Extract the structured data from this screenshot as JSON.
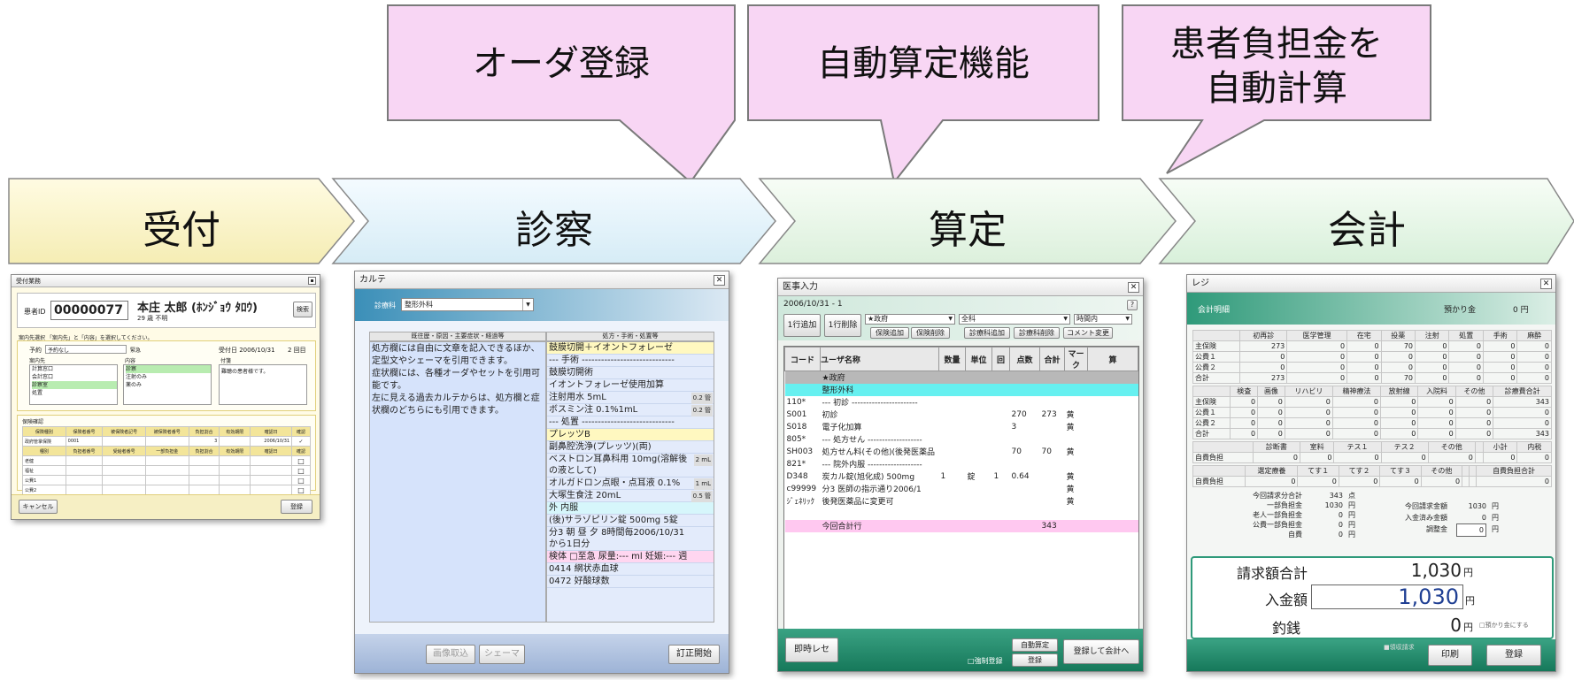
{
  "callouts": [
    {
      "text": "オーダ登録"
    },
    {
      "text": "自動算定機能"
    },
    {
      "text": "患者負担金を",
      "text2": "自動計算"
    }
  ],
  "steps": [
    {
      "label": "受付",
      "color": "#fcf7c7"
    },
    {
      "label": "診察",
      "color": "#e3f3fb"
    },
    {
      "label": "算定",
      "color": "#eaf6ea"
    },
    {
      "label": "会計",
      "color": "#e8f7ea"
    }
  ],
  "reception": {
    "title": "受付業務",
    "patient_id_label": "患者ID",
    "patient_id": "00000077",
    "patient_name": "本庄 太郎 (ﾎﾝｼﾞｮｳ ﾀﾛｳ)",
    "patient_sub": "29 歳 不明",
    "search_button": "検索",
    "guide": "案内先選択 「案内先」と「内容」を選択してください。",
    "appt_label": "予約",
    "appt_value": "予約なし",
    "urgent_label": "緊急",
    "accept_date": "受付日 2006/10/31",
    "count": "2 回目",
    "dest_label": "案内先",
    "content_label": "内容",
    "note_label": "付箋",
    "destinations": [
      "計算窓口",
      "会計窓口",
      "診察室",
      "処置"
    ],
    "contents": [
      "診察",
      "注射のみ",
      "薬のみ"
    ],
    "note_text": "難聴の患者様です。",
    "insurance_title": "保険確認",
    "ins_headers": [
      "保険種別",
      "保険者番号",
      "被保険者記号",
      "被保険者番号",
      "負担割合",
      "有効期限",
      "確認日",
      "確認"
    ],
    "ins_row": [
      "政府管掌保険",
      "0001",
      "",
      "",
      "3",
      "",
      "2006/10/31",
      "✓"
    ],
    "pub_headers": [
      "種別",
      "負担者番号",
      "受給者番号",
      "一部負担金",
      "負担割合",
      "有効期限",
      "確認日",
      "確認"
    ],
    "pub_rows": [
      "老健",
      "福祉",
      "公費1",
      "公費2"
    ],
    "cancel": "キャンセル",
    "register": "登録"
  },
  "karte": {
    "title": "カルテ",
    "dept_label": "診療科",
    "dept_value": "整形外科",
    "left_header": "既往歴・原因・主要症状・経過等",
    "right_header": "処方・手術・処置等",
    "left_text": [
      "処方欄には自由に文章を記入できるほか、定型文やシェーマを引用できます。",
      "症状欄には、各種オーダやセットを引用可能です。",
      "左に見える過去カルテからは、処方欄と症状欄のどちらにも引用できます。"
    ],
    "rx": [
      {
        "t": "鼓膜切開＋イオントフォレーゼ",
        "bg": "#fff8c0",
        "q": ""
      },
      {
        "t": "--- 手術 -----------------------------",
        "bg": "",
        "q": ""
      },
      {
        "t": "鼓膜切開術",
        "bg": "",
        "q": ""
      },
      {
        "t": "イオントフォレーゼ使用加算",
        "bg": "",
        "q": ""
      },
      {
        "t": "注射用水 5mL",
        "bg": "",
        "q": "0.2 管"
      },
      {
        "t": "ボスミン注 0.1%1mL",
        "bg": "",
        "q": "0.2 管"
      },
      {
        "t": "--- 処置 -----------------------------",
        "bg": "",
        "q": ""
      },
      {
        "t": "プレッツB",
        "bg": "#fff8c0",
        "q": ""
      },
      {
        "t": "副鼻腔洗浄(プレッツ)(両)",
        "bg": "",
        "q": ""
      },
      {
        "t": "ベストロン耳鼻科用 10mg(溶解後の液として)",
        "bg": "",
        "q": "2 mL"
      },
      {
        "t": "オルガドロン点眼・点耳液 0.1%",
        "bg": "",
        "q": "1 mL"
      },
      {
        "t": "大塚生食注 20mL",
        "bg": "",
        "q": "0.5 管"
      },
      {
        "t": "外 内服",
        "bg": "#d6f6fb",
        "q": ""
      },
      {
        "t": "(後)サラゾピリン錠 500mg 5錠",
        "bg": "",
        "q": ""
      },
      {
        "t": "  分3 朝 昼 夕 8時間毎2006/10/31から1日分",
        "bg": "",
        "q": ""
      },
      {
        "t": "検体 □至急 尿量:--- ml 妊娠:--- 週",
        "bg": "#ffd6f0",
        "q": ""
      },
      {
        "t": "0414 網状赤血球",
        "bg": "",
        "q": ""
      },
      {
        "t": "0472 好酸球数",
        "bg": "",
        "q": ""
      }
    ],
    "btn_image": "画像取込",
    "btn_schema": "シェーマ",
    "btn_revise": "訂正開始"
  },
  "billing": {
    "title": "医事入力",
    "date": "2006/10/31 - 1",
    "help": "?",
    "add_row": "1行追加",
    "del_row": "1行削除",
    "ins_select": "★政府",
    "dept_select": "全科",
    "time_select": "時間内",
    "ins_add": "保険追加",
    "ins_del": "保険削除",
    "dept_add": "診療科追加",
    "dept_del": "診療科削除",
    "comment": "コメント変更",
    "headers": [
      "コード",
      "ユーザ名称",
      "数量",
      "単位",
      "回",
      "点数",
      "合計",
      "マーク",
      "算"
    ],
    "rows": [
      {
        "c": "",
        "n": "★政府",
        "q": "",
        "u": "",
        "k": "",
        "p": "",
        "s": "",
        "m": "",
        "bg": "#b8b8b8"
      },
      {
        "c": "",
        "n": "整形外科",
        "q": "",
        "u": "",
        "k": "",
        "p": "",
        "s": "",
        "m": "",
        "bg": "#66f0f0"
      },
      {
        "c": "110*",
        "n": "--- 初診 -----------------------",
        "q": "",
        "u": "",
        "k": "",
        "p": "",
        "s": "",
        "m": "",
        "bg": ""
      },
      {
        "c": "S001",
        "n": "初診",
        "q": "",
        "u": "",
        "k": "",
        "p": "270",
        "s": "273",
        "m": "黄",
        "bg": ""
      },
      {
        "c": "S018",
        "n": "電子化加算",
        "q": "",
        "u": "",
        "k": "",
        "p": "3",
        "s": "",
        "m": "黄",
        "bg": ""
      },
      {
        "c": "805*",
        "n": "--- 処方せん -------------------",
        "q": "",
        "u": "",
        "k": "",
        "p": "",
        "s": "",
        "m": "",
        "bg": ""
      },
      {
        "c": "SH003",
        "n": "処方せん料(その他)(後発医薬品",
        "q": "",
        "u": "",
        "k": "",
        "p": "70",
        "s": "70",
        "m": "黄",
        "bg": ""
      },
      {
        "c": "821*",
        "n": "--- 院外内服 -------------------",
        "q": "",
        "u": "",
        "k": "",
        "p": "",
        "s": "",
        "m": "",
        "bg": ""
      },
      {
        "c": "D348",
        "n": "炭カル錠(旭化成) 500mg",
        "q": "1",
        "u": "錠",
        "k": "1",
        "p": "0.64",
        "s": "",
        "m": "黄",
        "bg": ""
      },
      {
        "c": "c99999",
        "n": "分3 医師の指示通り2006/1",
        "q": "",
        "u": "",
        "k": "",
        "p": "",
        "s": "",
        "m": "黄",
        "bg": ""
      },
      {
        "c": "ｼﾞｪﾈﾘｯｸ",
        "n": "後発医薬品に変更可",
        "q": "",
        "u": "",
        "k": "",
        "p": "",
        "s": "",
        "m": "黄",
        "bg": ""
      },
      {
        "c": "",
        "n": "",
        "q": "",
        "u": "",
        "k": "",
        "p": "",
        "s": "",
        "m": "",
        "bg": ""
      },
      {
        "c": "",
        "n": "今回合計行",
        "q": "",
        "u": "",
        "k": "",
        "p": "",
        "s": "343",
        "m": "",
        "bg": "#ffc8f0"
      }
    ],
    "btn_reset": "即時レセ",
    "chk_force": "強制登録",
    "btn_auto": "自動算定",
    "btn_register": "登録",
    "btn_reg_pay": "登録して会計へ"
  },
  "register": {
    "title": "レジ",
    "header_label": "会計明細",
    "deposit_label": "預かり金",
    "deposit_value": "0 円",
    "t1_headers": [
      "",
      "初再診",
      "医学管理",
      "在宅",
      "投薬",
      "注射",
      "処置",
      "手術",
      "麻酔"
    ],
    "t1_rows": [
      [
        "主保険",
        "273",
        "0",
        "0",
        "70",
        "0",
        "0",
        "0",
        "0"
      ],
      [
        "公費１",
        "0",
        "0",
        "0",
        "0",
        "0",
        "0",
        "0",
        "0"
      ],
      [
        "公費２",
        "0",
        "0",
        "0",
        "0",
        "0",
        "0",
        "0",
        "0"
      ],
      [
        "合計",
        "273",
        "0",
        "0",
        "70",
        "0",
        "0",
        "0",
        "0"
      ]
    ],
    "t2_headers": [
      "",
      "検査",
      "画像",
      "リハビリ",
      "精神療法",
      "放射線",
      "入院料",
      "その他",
      "診療費合計"
    ],
    "t2_rows": [
      [
        "主保険",
        "0",
        "0",
        "0",
        "0",
        "0",
        "0",
        "0",
        "343"
      ],
      [
        "公費１",
        "0",
        "0",
        "0",
        "0",
        "0",
        "0",
        "0",
        "0"
      ],
      [
        "公費２",
        "0",
        "0",
        "0",
        "0",
        "0",
        "0",
        "0",
        "0"
      ],
      [
        "合計",
        "0",
        "0",
        "0",
        "0",
        "0",
        "0",
        "0",
        "343"
      ]
    ],
    "t3_headers": [
      "",
      "診断書",
      "室料",
      "テス１",
      "テス２",
      "その他",
      "",
      "小計",
      "内税"
    ],
    "t3_row": [
      "自費負担",
      "0",
      "0",
      "0",
      "0",
      "0",
      "",
      "0",
      "0"
    ],
    "t4_headers": [
      "",
      "選定療養",
      "てす１",
      "てす２",
      "てす３",
      "その他",
      "",
      "",
      "自費負担合計"
    ],
    "t4_row": [
      "自費負担",
      "0",
      "0",
      "0",
      "0",
      "0",
      "",
      "",
      "0"
    ],
    "sum_left": [
      {
        "l": "今回請求分合計",
        "v": "343",
        "u": "点"
      },
      {
        "l": "一部負担金",
        "v": "1030",
        "u": "円"
      },
      {
        "l": "老人一部負担金",
        "v": "0",
        "u": "円"
      },
      {
        "l": "公費一部負担金",
        "v": "0",
        "u": "円"
      },
      {
        "l": "自費",
        "v": "0",
        "u": "円"
      }
    ],
    "sum_right": [
      {
        "l": "今回請求金額",
        "v": "1030",
        "u": "円"
      },
      {
        "l": "入金済み金額",
        "v": "0",
        "u": "円"
      },
      {
        "l": "調整金",
        "v": "0",
        "u": "円"
      }
    ],
    "billed_label": "請求額合計",
    "billed_value": "1,030",
    "paid_label": "入金額",
    "paid_value": "1,030",
    "change_label": "釣銭",
    "change_value": "0",
    "yen": "円",
    "deposit_chk": "預かり金にする",
    "receipt_chk": "領収請求",
    "print": "印刷",
    "register": "登録"
  }
}
